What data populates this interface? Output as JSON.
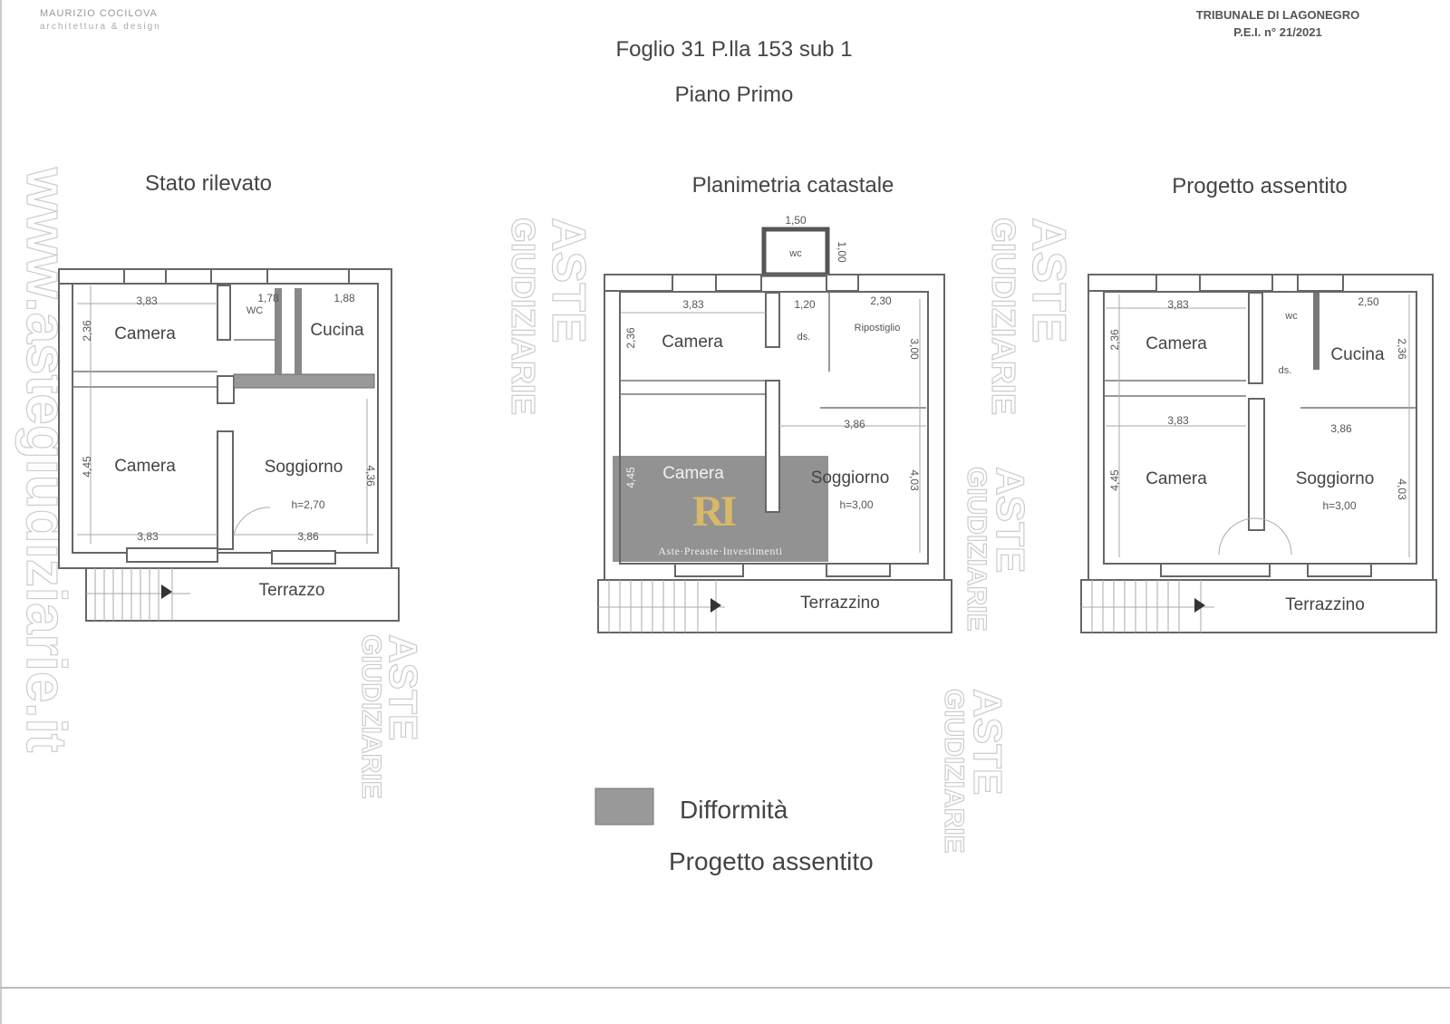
{
  "header": {
    "firm_name": "MAURIZIO COCILOVA",
    "firm_subtitle": "architettura & design",
    "court": "TRIBUNALE DI LAGONEGRO",
    "case": "P.E.I. n° 21/2021",
    "title": "Foglio 31 P.lla 153 sub 1",
    "floor": "Piano Primo"
  },
  "plans": [
    {
      "title": "Stato rilevato",
      "rooms": [
        "Camera",
        "WC",
        "Cucina",
        "Camera",
        "Soggiorno",
        "Terrazzo"
      ],
      "height": "h=2,70",
      "dims": [
        "3,83",
        "1,78",
        "1,88",
        "2,36",
        "3,83",
        "3,86",
        "4,45",
        "4,36"
      ]
    },
    {
      "title": "Planimetria catastale",
      "rooms": [
        "Camera",
        "ds.",
        "Ripostiglio",
        "Camera",
        "Soggiorno",
        "Terrazzino",
        "wc"
      ],
      "height": "h=3,00",
      "dims": [
        "1,50",
        "1,00",
        "3,83",
        "1,20",
        "2,30",
        "2,36",
        "3,00",
        "3,86",
        "4,45",
        "4,03"
      ]
    },
    {
      "title": "Progetto assentito",
      "rooms": [
        "Camera",
        "wc",
        "Cucina",
        "ds.",
        "Camera",
        "Soggiorno",
        "Terrazzino"
      ],
      "height": "h=3,00",
      "dims": [
        "3,83",
        "2,50",
        "2,36",
        "2,36",
        "3,83",
        "3,86",
        "4,45",
        "4,03"
      ]
    }
  ],
  "legend": {
    "items": [
      {
        "label": "Difformità",
        "color": "#999999"
      },
      {
        "label": "Progetto assentito"
      }
    ]
  },
  "watermarks": {
    "site": "www.astegiudiziarie.it",
    "aste": "ASTE",
    "giudiziarie": "GIUDIZIARIE",
    "logo_text": "Aste·Preaste·Investimenti",
    "logo_mark": "RI"
  }
}
